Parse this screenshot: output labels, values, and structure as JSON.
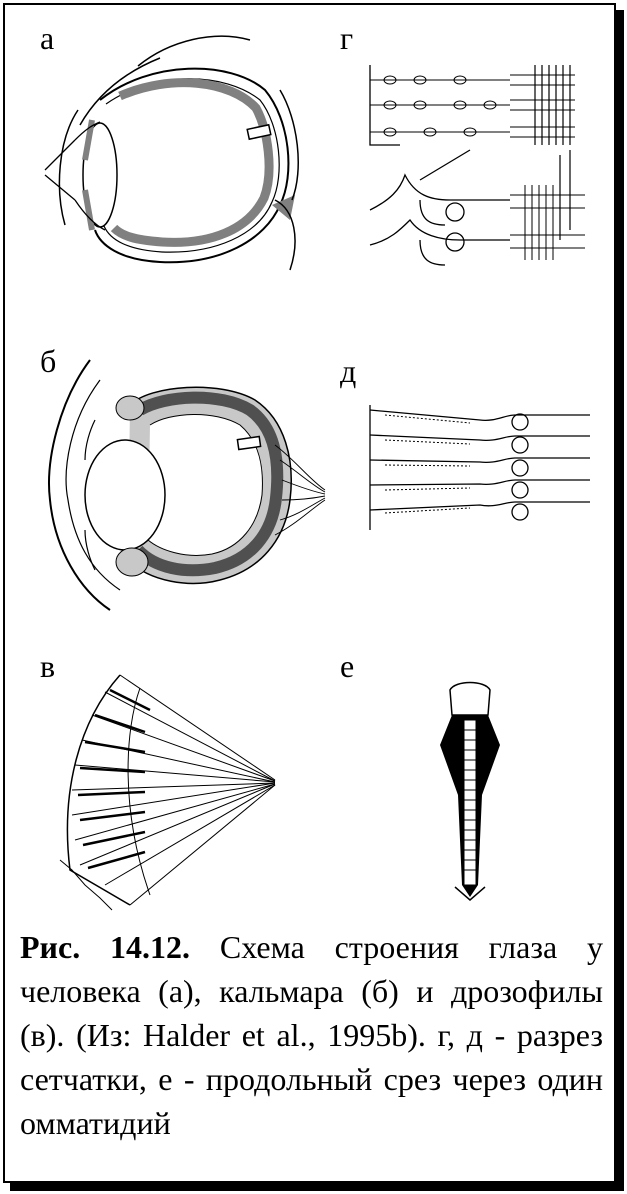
{
  "panels": {
    "a": {
      "label": "а"
    },
    "b": {
      "label": "б"
    },
    "v": {
      "label": "в"
    },
    "g": {
      "label": "г"
    },
    "d": {
      "label": "д"
    },
    "e": {
      "label": "е"
    }
  },
  "caption": {
    "fig_label": "Рис. 14.12.",
    "text": " Схема строения глаза у человека (а), кальмара (б) и дрозофилы (в). (Из: Halder et al., 1995b). г, д  - разрез сетчатки, е - продольный срез через один омматидий"
  },
  "colors": {
    "border": "#000000",
    "retina_fill": "#808080",
    "light_fill": "#c8c8c8"
  }
}
